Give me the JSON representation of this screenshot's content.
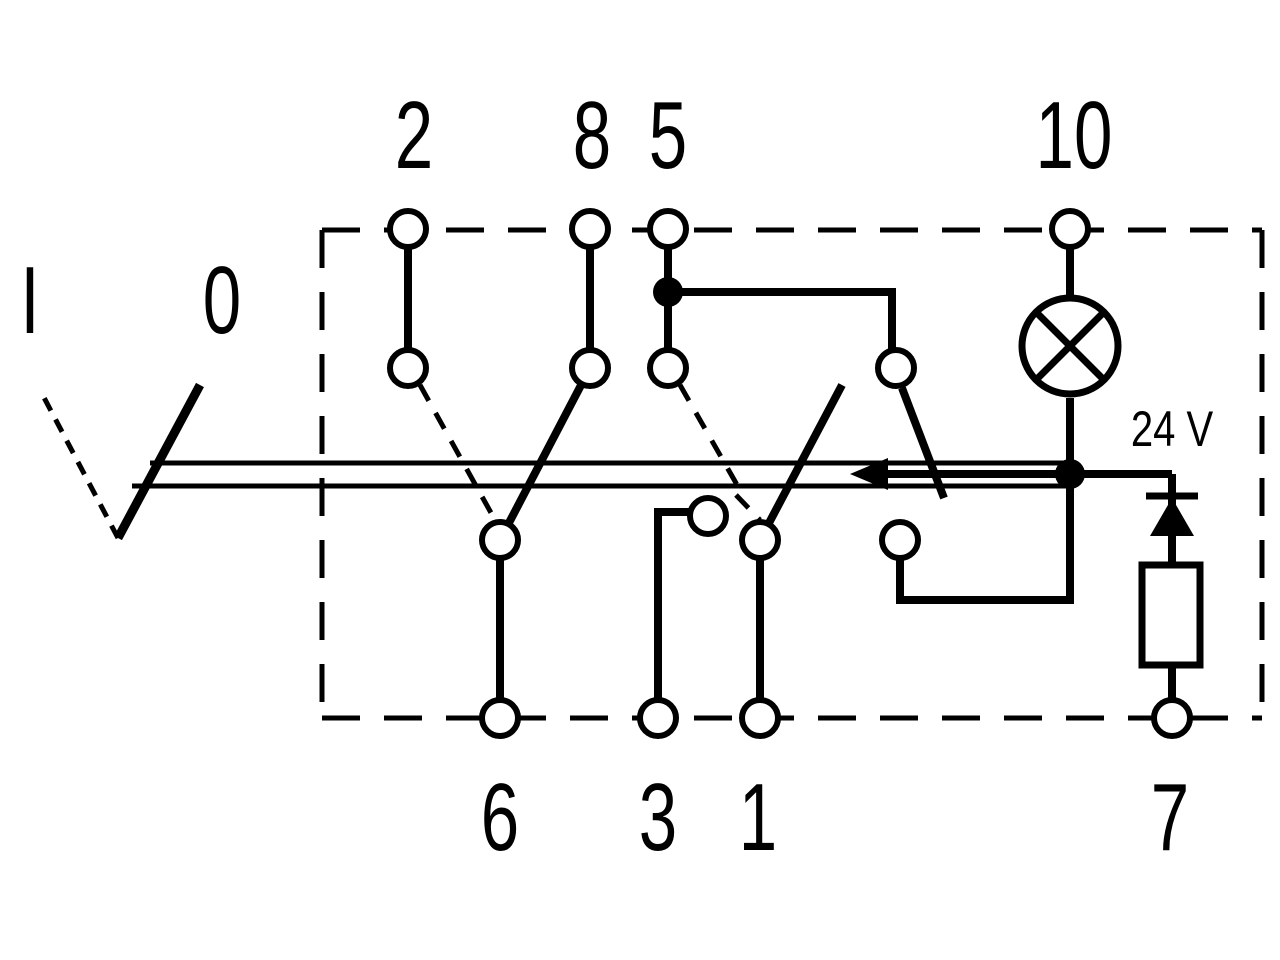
{
  "diagram": {
    "switch_positions": {
      "on": "I",
      "off": "0"
    },
    "terminals_top": {
      "t2": "2",
      "t8": "8",
      "t5": "5",
      "t10": "10"
    },
    "terminals_bottom": {
      "t6": "6",
      "t3": "3",
      "t1": "1",
      "t7": "7"
    },
    "voltage": "24 V",
    "colors": {
      "line": "#000000",
      "background": "#ffffff"
    }
  }
}
